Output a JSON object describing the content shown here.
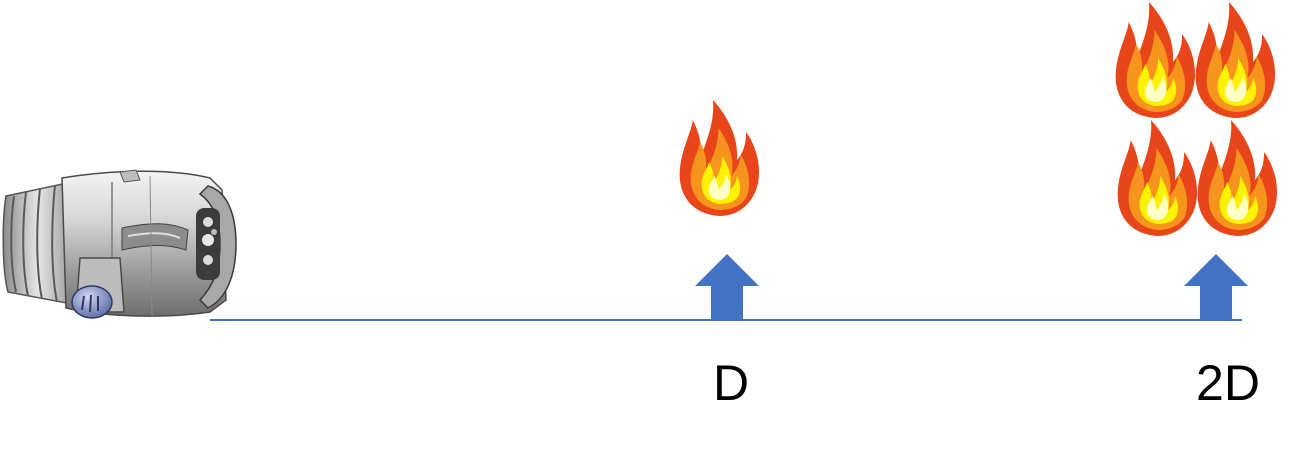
{
  "labels": {
    "d": "D",
    "two_d": "2D"
  },
  "colors": {
    "axis_line": "#4472c4",
    "arrow": "#4472c4",
    "flame_outer": "#e8461a",
    "flame_mid": "#f7941d",
    "flame_inner": "#fff200",
    "flame_core": "#ffffc8"
  },
  "counts": {
    "fires_at_d": 1,
    "fires_at_2d": 4
  },
  "icons": {
    "detector": "flame-detector-icon",
    "fire": "fire-icon",
    "arrow": "arrow-up-icon"
  }
}
